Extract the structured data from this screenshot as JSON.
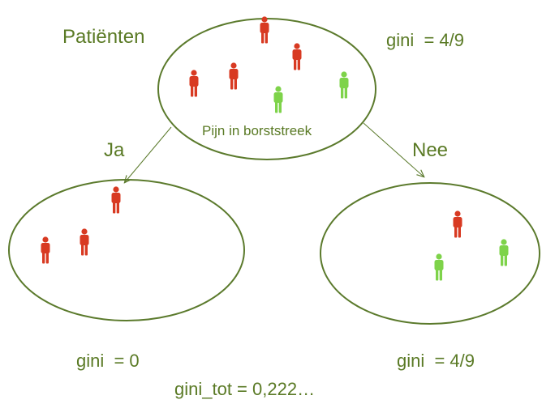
{
  "root": {
    "title": "Patiënten",
    "gini": "gini  = 4/9",
    "feature": "Pijn in borststreek"
  },
  "branches": {
    "yes_label": "Ja",
    "no_label": "Nee"
  },
  "left_node": {
    "gini": "gini  = 0"
  },
  "right_node": {
    "gini": "gini  = 4/9"
  },
  "total": "gini_tot = 0,222…",
  "colors": {
    "outline": "#5b7a2c",
    "text": "#5a7a25",
    "sick": "#d83a22",
    "healthy": "#7ed34a"
  },
  "icons": {
    "sick": "person-red-icon",
    "healthy": "person-green-icon"
  }
}
